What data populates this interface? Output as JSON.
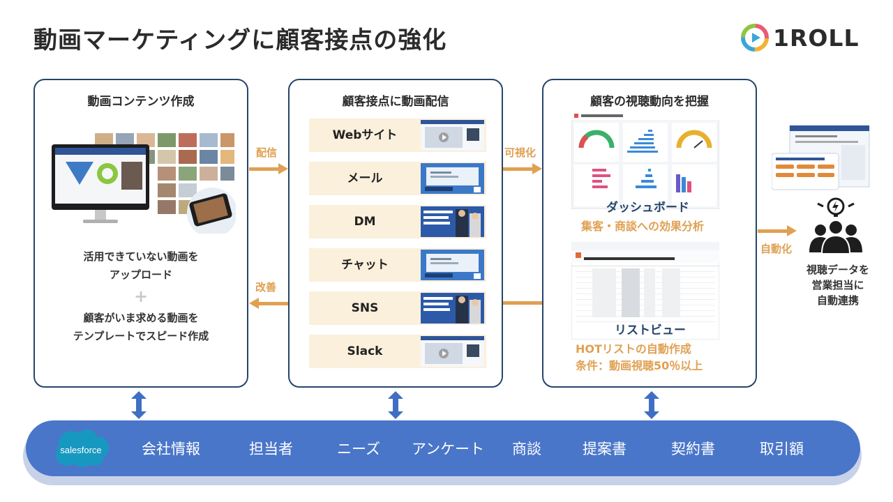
{
  "title": "動画マーケティングに顧客接点の強化",
  "logo": {
    "text": "1ROLL"
  },
  "panel1": {
    "title": "動画コンテンツ作成",
    "line1": "活用できていない動画を",
    "line2": "アップロード",
    "plus": "+",
    "line3": "顧客がいま求める動画を",
    "line4": "テンプレートでスピード作成"
  },
  "panel2": {
    "title": "顧客接点に動画配信",
    "channels": [
      "Webサイト",
      "メール",
      "DM",
      "チャット",
      "SNS",
      "Slack"
    ]
  },
  "panel3": {
    "title": "顧客の視聴動向を把握",
    "dashboard_label": "ダッシュボード",
    "dashboard_caption": "集客・商談への効果分析",
    "list_label": "リストビュー",
    "list_caption1": "HOTリストの自動作成",
    "list_caption2": "条件：動画視聴50％以上"
  },
  "arrows": {
    "deliver": "配信",
    "improve": "改善",
    "visualize": "可視化",
    "automate": "自動化"
  },
  "right": {
    "line1": "視聴データを",
    "line2": "営業担当に",
    "line3": "自動連携"
  },
  "salesforce": {
    "logo_text": "salesforce",
    "items": [
      "会社情報",
      "担当者",
      "ニーズ",
      "アンケート",
      "商談",
      "提案書",
      "契約書",
      "取引額"
    ]
  },
  "colors": {
    "navy": "#25456a",
    "orange": "#e0a052",
    "bar_blue": "#4a76c9",
    "channel_bg": "#fbf0dc"
  },
  "icons": [
    "1roll-logo-icon",
    "arrow-right-icon",
    "arrow-left-icon",
    "double-arrow-icon",
    "salesforce-logo",
    "sales-team-icon"
  ]
}
